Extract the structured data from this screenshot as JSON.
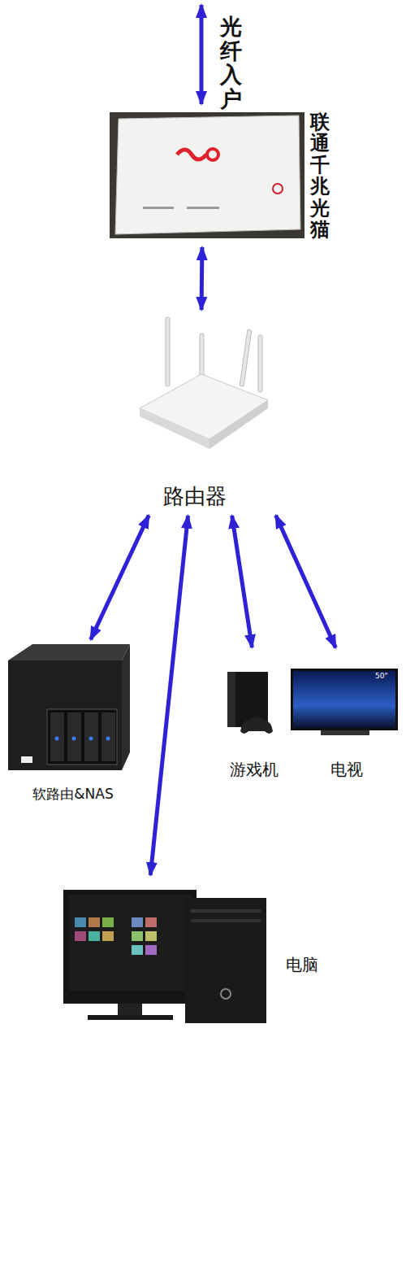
{
  "diagram": {
    "nodes": [
      {
        "text": [
          "联通千兆光猫"
        ]
      },
      {
        "text": [
          "路由器"
        ]
      },
      {
        "text": [
          "软路由&NAS"
        ]
      },
      {
        "text": [
          "游戏机"
        ]
      },
      {
        "text": [
          "电视"
        ]
      },
      {
        "text": [
          "电脑"
        ]
      }
    ],
    "edges": [
      {
        "from": 0,
        "to": 1,
        "arrow": "both"
      },
      {
        "from": 1,
        "to": 2,
        "arrow": "both"
      },
      {
        "from": 1,
        "to": 5,
        "arrow": "both"
      },
      {
        "from": 1,
        "to": 3,
        "arrow": "both"
      },
      {
        "from": 1,
        "to": 4,
        "arrow": "both"
      }
    ],
    "labels": [
      "光纤入户",
      "50\""
    ]
  }
}
